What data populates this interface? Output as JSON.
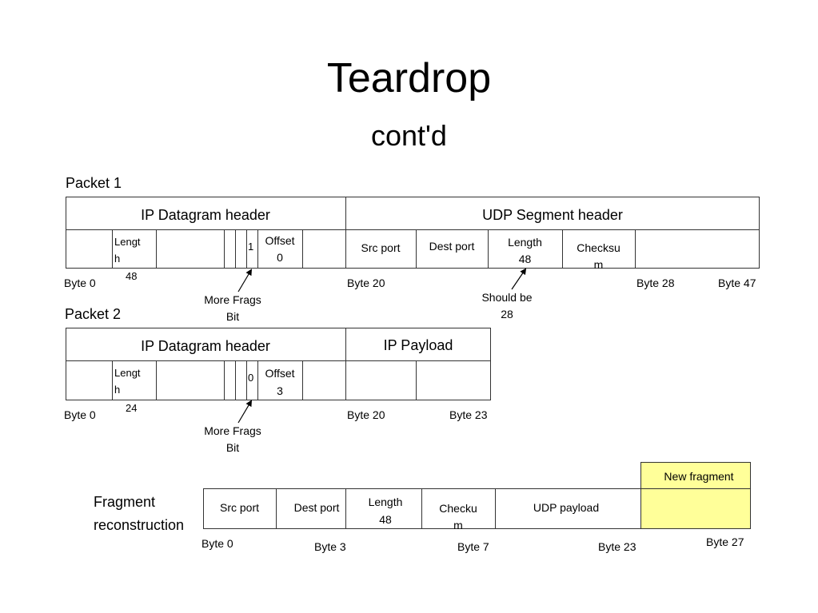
{
  "slide": {
    "title": "Teardrop",
    "subtitle": "cont'd"
  },
  "packet1": {
    "label": "Packet 1",
    "ip_header": "IP Datagram header",
    "udp_header": "UDP Segment header",
    "length_label_a": "Lengt",
    "length_label_b": "h",
    "length_value": "48",
    "mf_value": "1",
    "offset_label": "Offset",
    "offset_value": "0",
    "src_port": "Src port",
    "dest_port": "Dest port",
    "udp_length_label": "Length",
    "udp_length_value": "48",
    "checksum_a": "Checksu",
    "checksum_b": "m",
    "byte_0": "Byte 0",
    "byte_20": "Byte 20",
    "byte_28": "Byte 28",
    "byte_47": "Byte 47",
    "more_frags_a": "More Frags",
    "more_frags_b": "Bit",
    "should_be_a": "Should be",
    "should_be_b": "28"
  },
  "packet2": {
    "label": "Packet 2",
    "ip_header": "IP Datagram header",
    "payload": "IP Payload",
    "length_label_a": "Lengt",
    "length_label_b": "h",
    "length_value": "24",
    "mf_value": "0",
    "offset_label": "Offset",
    "offset_value": "3",
    "byte_0": "Byte 0",
    "byte_20": "Byte 20",
    "byte_23": "Byte 23",
    "more_frags_a": "More Frags",
    "more_frags_b": "Bit"
  },
  "reconstruction": {
    "label_a": "Fragment",
    "label_b": "reconstruction",
    "new_fragment": "New fragment",
    "src_port": "Src port",
    "dest_port": "Dest port",
    "length_label": "Length",
    "length_value": "48",
    "checksum_a": "Checku",
    "checksum_b": "m",
    "udp_payload": "UDP payload",
    "byte_0": "Byte 0",
    "byte_3": "Byte 3",
    "byte_7": "Byte 7",
    "byte_23": "Byte 23",
    "byte_27": "Byte 27"
  },
  "colors": {
    "new_fragment_fill": "#ffff99",
    "line": "#333333"
  }
}
